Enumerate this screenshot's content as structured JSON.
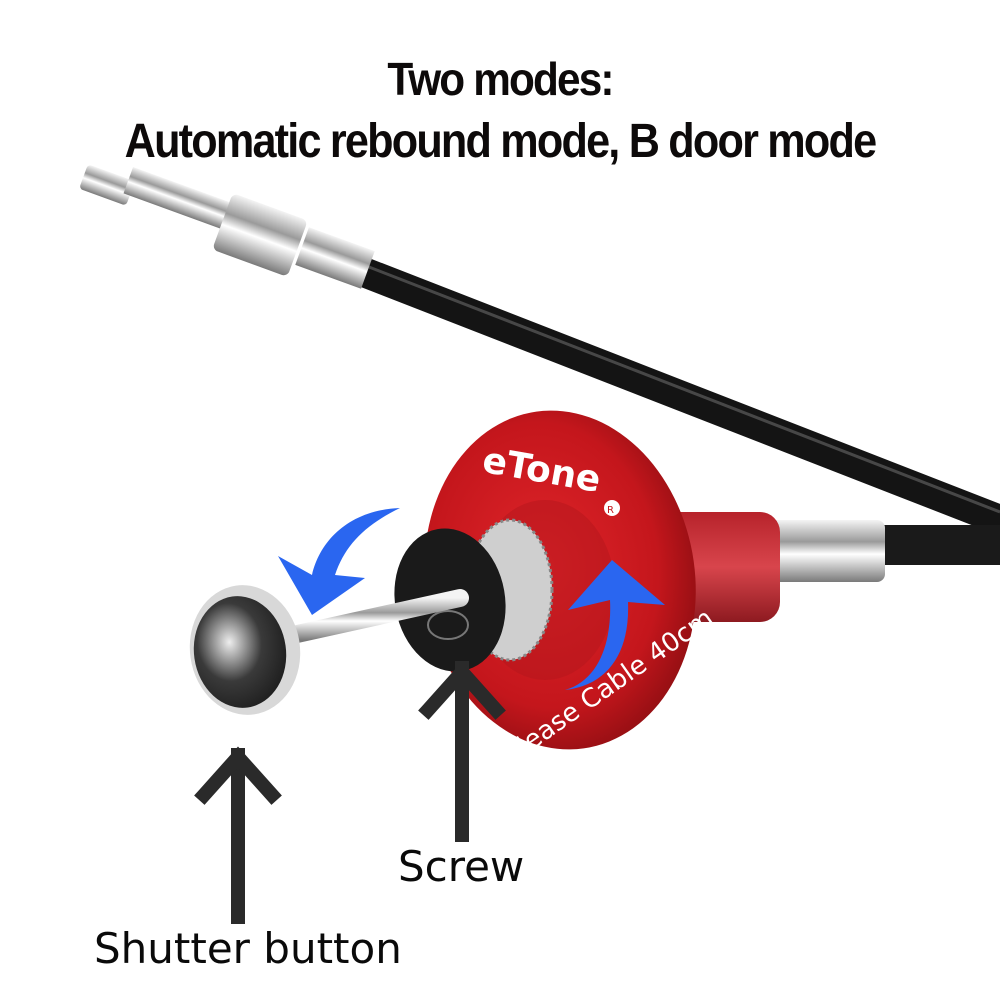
{
  "title": {
    "line1": "Two modes:",
    "line2": "Automatic rebound mode, B door mode"
  },
  "product": {
    "brand": "eTone",
    "registered_mark": "®",
    "ring_text": "lease Cable 40cm",
    "colors": {
      "body_red": "#c4161c",
      "arrow_blue": "#2a66f0",
      "cable_black": "#141414",
      "pointer_gray": "#2a2a2a"
    }
  },
  "annotations": {
    "screw_label": "Screw",
    "shutter_label": "Shutter button"
  }
}
